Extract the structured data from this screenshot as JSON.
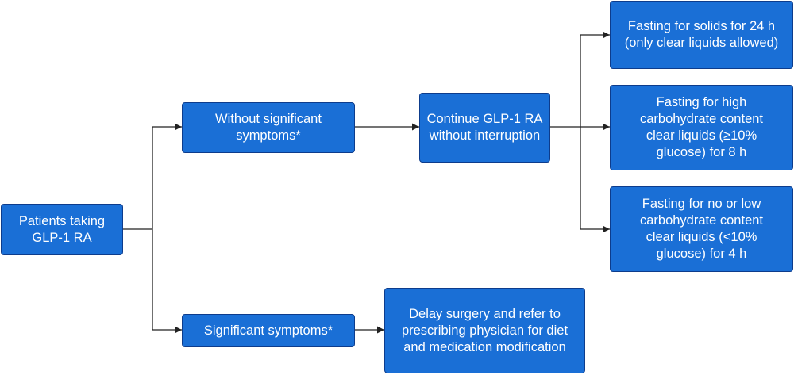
{
  "nodes": {
    "patients": "Patients taking GLP-1 RA",
    "without_sig": "Without significant symptoms*",
    "significant": "Significant symptoms*",
    "continue": "Continue GLP-1 RA without interruption",
    "delay": "Delay surgery and refer to prescribing physician for diet and medication modification",
    "fast_solids": "Fasting for solids for 24 h (only clear liquids allowed)",
    "fast_high": "Fasting for high carbohydrate content clear liquids (≥10% glucose) for 8 h",
    "fast_low": "Fasting for no or low carbohydrate content clear liquids (<10% glucose) for 4 h"
  },
  "colors": {
    "box_fill": "#1a6fd6",
    "box_border": "#0d3c8c",
    "box_text": "#ffffff",
    "connector": "#222222"
  }
}
